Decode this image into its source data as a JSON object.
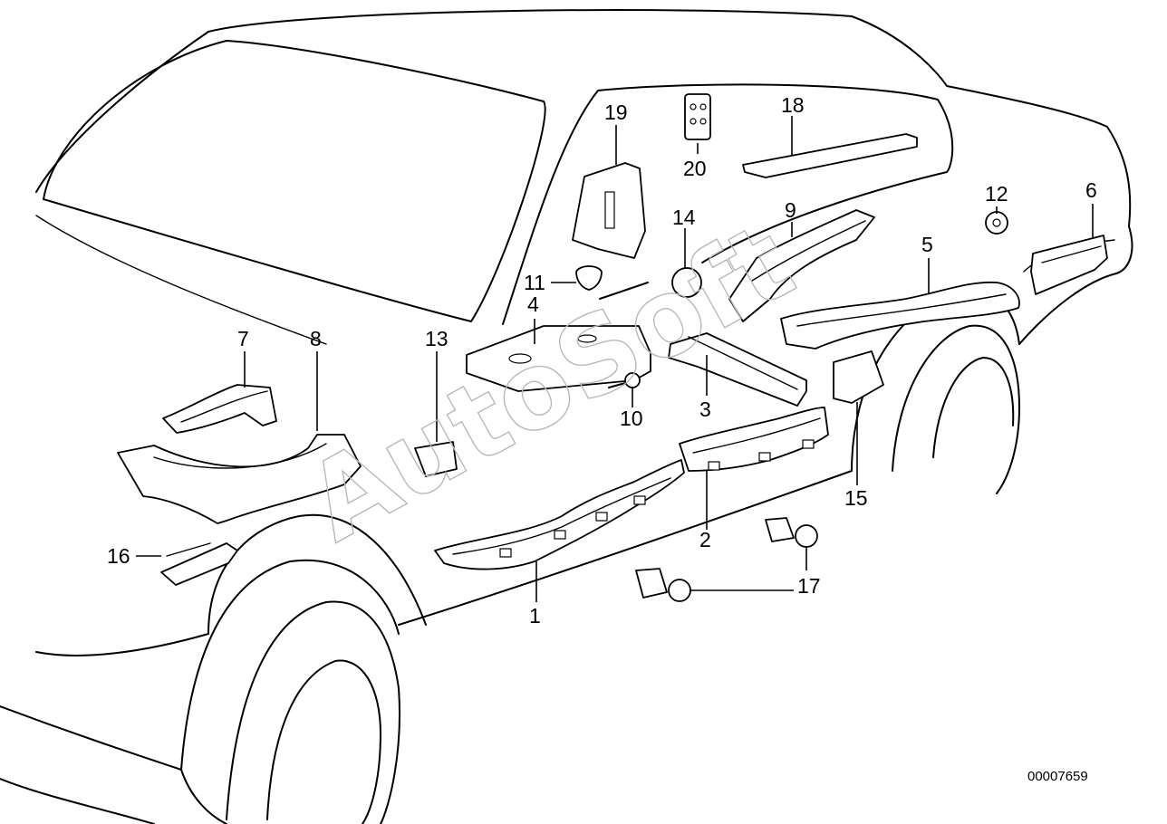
{
  "diagram": {
    "callouts": [
      {
        "id": "1",
        "label": "1"
      },
      {
        "id": "2",
        "label": "2"
      },
      {
        "id": "3",
        "label": "3"
      },
      {
        "id": "4",
        "label": "4"
      },
      {
        "id": "5",
        "label": "5"
      },
      {
        "id": "6",
        "label": "6"
      },
      {
        "id": "7",
        "label": "7"
      },
      {
        "id": "8",
        "label": "8"
      },
      {
        "id": "9",
        "label": "9"
      },
      {
        "id": "10",
        "label": "10"
      },
      {
        "id": "11",
        "label": "11"
      },
      {
        "id": "12",
        "label": "12"
      },
      {
        "id": "13",
        "label": "13"
      },
      {
        "id": "14",
        "label": "14"
      },
      {
        "id": "15",
        "label": "15"
      },
      {
        "id": "16",
        "label": "16"
      },
      {
        "id": "17",
        "label": "17"
      },
      {
        "id": "18",
        "label": "18"
      },
      {
        "id": "19",
        "label": "19"
      },
      {
        "id": "20",
        "label": "20"
      }
    ],
    "watermark": "AutoSoft",
    "document_id": "00007659"
  }
}
